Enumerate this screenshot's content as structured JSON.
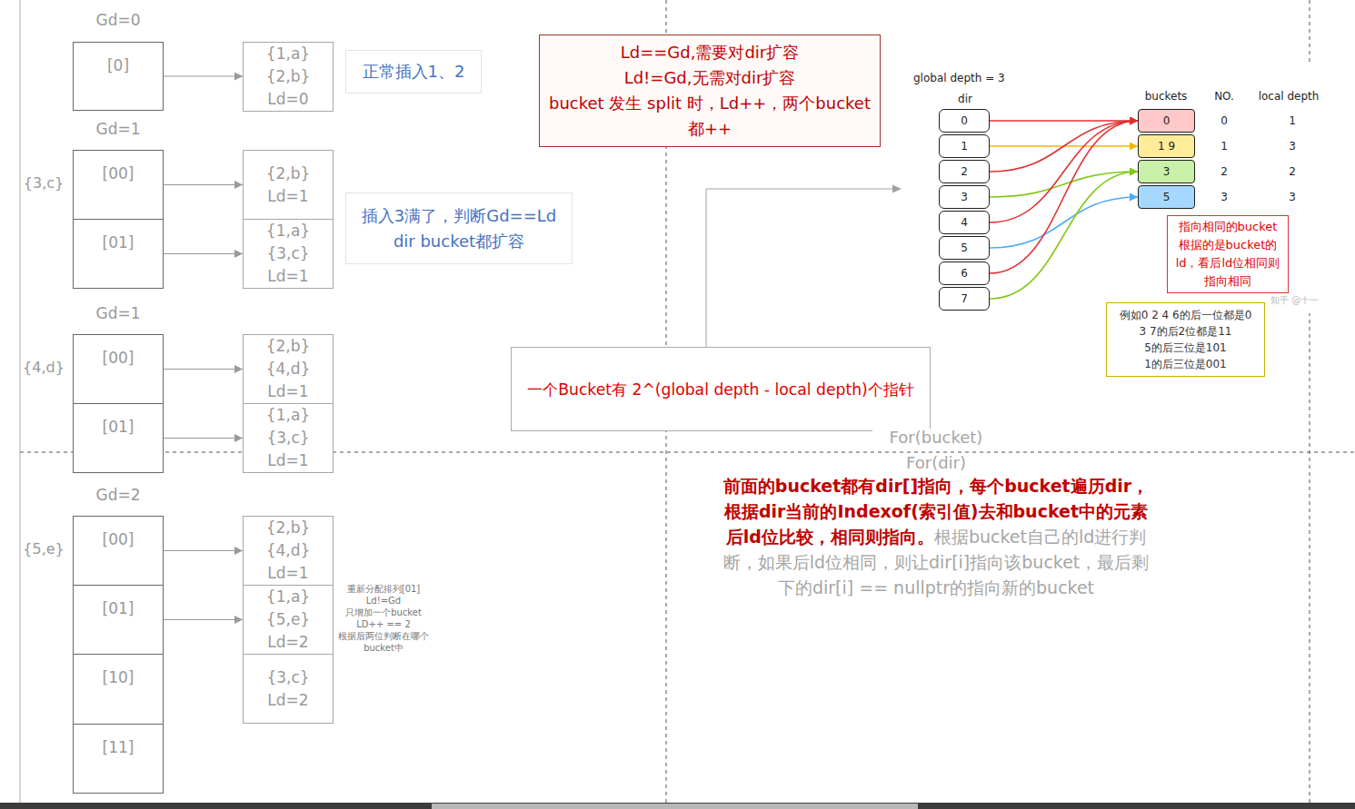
{
  "diagram": {
    "nodes": [
      {
        "text": [
          "[0]"
        ]
      },
      {
        "text": [
          "{1,a}",
          "{2,b}",
          "Ld=0"
        ]
      },
      {
        "text": [
          "正常插入1、2"
        ]
      },
      {
        "text": [
          "[00]"
        ]
      },
      {
        "text": [
          "[01]"
        ]
      },
      {
        "text": [
          "{2,b}",
          "Ld=1"
        ]
      },
      {
        "text": [
          "{1,a}",
          "{3,c}",
          "Ld=1"
        ]
      },
      {
        "text": [
          "插入3满了，判断Gd==Ld dir bucket都扩容"
        ]
      },
      {
        "text": [
          "[00]"
        ]
      },
      {
        "text": [
          "[01]"
        ]
      },
      {
        "text": [
          "{2,b}",
          "{4,d}",
          "Ld=1"
        ]
      },
      {
        "text": [
          "{1,a}",
          "{3,c}",
          "Ld=1"
        ]
      },
      {
        "text": [
          "[00]"
        ]
      },
      {
        "text": [
          "[01]"
        ]
      },
      {
        "text": [
          "[10]"
        ]
      },
      {
        "text": [
          "[11]"
        ]
      },
      {
        "text": [
          "{2,b}",
          "{4,d}",
          "Ld=1"
        ]
      },
      {
        "text": [
          "{1,a}",
          "{5,e}",
          "Ld=2"
        ]
      },
      {
        "text": [
          "{3,c}",
          "Ld=2"
        ]
      },
      {
        "text": [
          "Ld==Gd,需要对dir扩容",
          "Ld!=Gd,无需对dir扩容",
          "bucket 发生 split 时，Ld++，两个bucket都++"
        ]
      },
      {
        "text": [
          "一个Bucket有 2^(global depth - local depth)个指针"
        ]
      },
      {
        "text": [
          "0"
        ]
      },
      {
        "text": [
          "1"
        ]
      },
      {
        "text": [
          "2"
        ]
      },
      {
        "text": [
          "3"
        ]
      },
      {
        "text": [
          "4"
        ]
      },
      {
        "text": [
          "5"
        ]
      },
      {
        "text": [
          "6"
        ]
      },
      {
        "text": [
          "7"
        ]
      },
      {
        "text": [
          "0"
        ]
      },
      {
        "text": [
          "1 9"
        ]
      },
      {
        "text": [
          "3"
        ]
      },
      {
        "text": [
          "5"
        ]
      },
      {
        "text": [
          "指向相同的bucket根据的是bucket的ld，看后ld位相同则指向相同"
        ]
      },
      {
        "text": [
          "例如0 2 4 6的后一位都是0",
          "3 7的后2位都是11",
          "5的后三位是101",
          "1的后三位是001"
        ]
      }
    ],
    "edges": [
      {
        "from": 0,
        "to": 1,
        "arrow": "to"
      },
      {
        "from": 3,
        "to": 5,
        "arrow": "to"
      },
      {
        "from": 4,
        "to": 6,
        "arrow": "to"
      },
      {
        "from": 8,
        "to": 10,
        "arrow": "to"
      },
      {
        "from": 9,
        "to": 11,
        "arrow": "to"
      },
      {
        "from": 12,
        "to": 16,
        "arrow": "to"
      },
      {
        "from": 13,
        "to": 17,
        "arrow": "to"
      },
      {
        "from": 21,
        "to": 29,
        "arrow": "to"
      },
      {
        "from": 22,
        "to": 30,
        "arrow": "to"
      },
      {
        "from": 23,
        "to": 29,
        "arrow": "to"
      },
      {
        "from": 24,
        "to": 31,
        "arrow": "to"
      },
      {
        "from": 25,
        "to": 29,
        "arrow": "to"
      },
      {
        "from": 26,
        "to": 32,
        "arrow": "to"
      },
      {
        "from": 27,
        "to": 29,
        "arrow": "to"
      },
      {
        "from": 28,
        "to": 31,
        "arrow": "to"
      }
    ],
    "labels": [
      "Gd=0",
      "Gd=1",
      "{3,c}",
      "Gd=1",
      "{4,d}",
      "Gd=2",
      "{5,e}",
      "重新分配排列[01]",
      "Ld!=Gd",
      "只增加一个bucket",
      "LD++ == 2",
      "根据后两位判断在哪个bucket中",
      "For(bucket)",
      "For(dir)",
      "前面的bucket都有dir[]指向，每个bucket遍历dir，根据dir当前的Indexof(索引值)去和bucket中的元素后ld位比较，相同则指向。",
      "根据bucket自己的ld进行判断，如果后ld位相同，则让dir[i]指向该bucket，最后剩下的dir[i] == nullptr的指向新的bucket",
      "global depth = 3",
      "dir",
      "buckets",
      "NO.",
      "local depth",
      "0",
      "1",
      "2",
      "3",
      "1",
      "3",
      "2",
      "3",
      "知乎 @十一"
    ]
  }
}
